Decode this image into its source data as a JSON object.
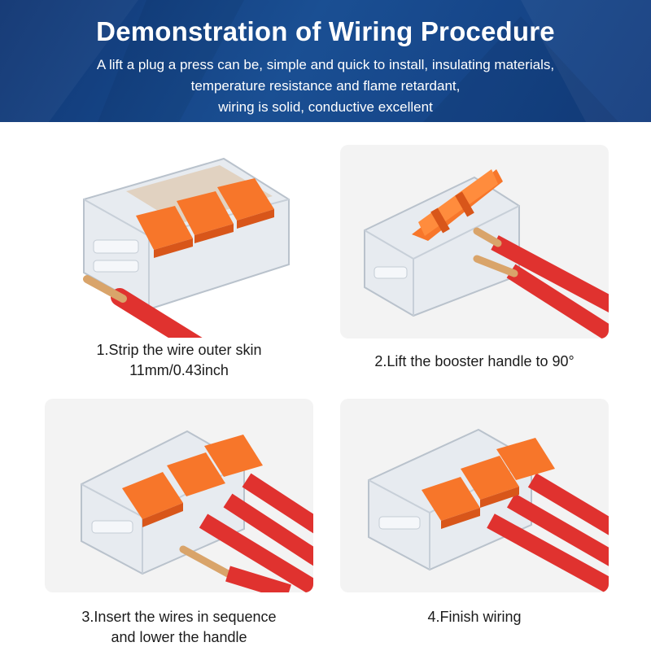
{
  "header": {
    "title": "Demonstration of Wiring Procedure",
    "subtitle_lines": [
      "A lift a plug a press can be, simple and quick to install, insulating materials,",
      "temperature resistance and flame retardant,",
      "wiring is solid, conductive excellent"
    ]
  },
  "steps": [
    {
      "line1": "1.Strip the wire outer skin",
      "line2": "11mm/0.43inch"
    },
    {
      "line1": "2.Lift the booster handle to 90°",
      "line2": ""
    },
    {
      "line1": "3.Insert the wires in sequence",
      "line2": "and lower the handle"
    },
    {
      "line1": "4.Finish wiring",
      "line2": ""
    }
  ],
  "colors": {
    "banner": "#1a4f93",
    "lever": "#f7762a",
    "wire": "#e0322f",
    "copper": "#d9a46a",
    "housing": "#dfe4ea"
  },
  "icons": [
    "connector-housing",
    "orange-lever",
    "red-wire",
    "copper-conductor"
  ]
}
